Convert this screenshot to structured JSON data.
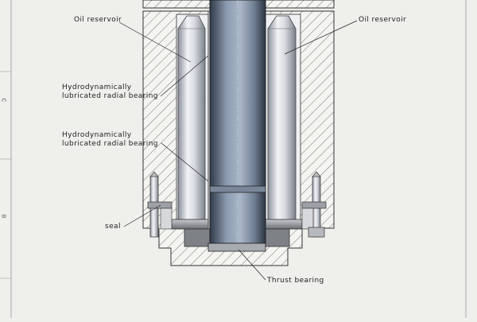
{
  "diagram": {
    "labels": {
      "oil_reservoir_left": "Oil reservoir",
      "oil_reservoir_right": "Oil reservoir",
      "radial_bearing_upper_line1": "Hydrodynamically",
      "radial_bearing_upper_line2": "lubricated radial bearing",
      "radial_bearing_lower_line1": "Hydrodynamically",
      "radial_bearing_lower_line2": "lubricated radial bearing",
      "seal": "seal",
      "thrust_bearing": "Thrust bearing"
    },
    "zone_markers": [
      "C",
      "B"
    ]
  }
}
